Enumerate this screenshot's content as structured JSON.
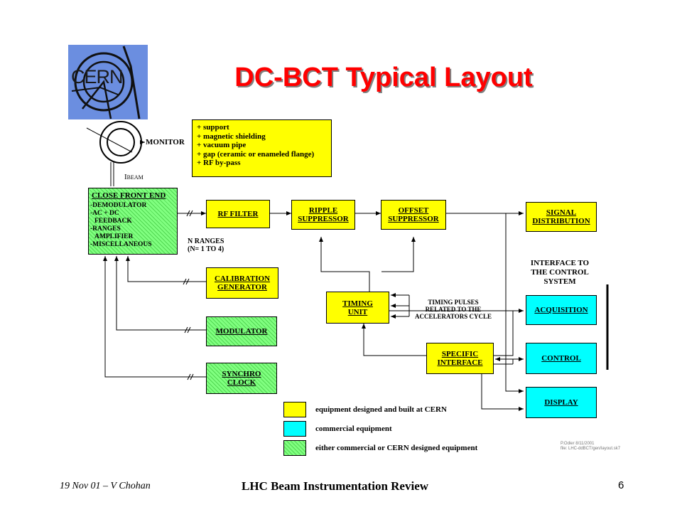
{
  "logo": {
    "text": "CERN"
  },
  "title": "DC-BCT Typical Layout",
  "monitor": {
    "label": "MONITOR",
    "beam_label_main": "I",
    "beam_label_sub": "BEAM"
  },
  "addons": [
    "+ support",
    "+ magnetic shielding",
    "+ vacuum pipe",
    "+ gap (ceramic or enameled flange)",
    "+ RF by-pass"
  ],
  "close_front_end": {
    "title": "CLOSE FRONT END",
    "items": [
      "-DEMODULATOR",
      "-AC + DC",
      "  FEEDBACK",
      "-RANGES",
      "  AMPLIFIER",
      "-MISCELLANEOUS"
    ]
  },
  "n_ranges": {
    "line1": "N RANGES",
    "line2": "(N= 1 TO 4)"
  },
  "blocks": {
    "rf_filter": [
      "RF FILTER"
    ],
    "ripple": [
      "RIPPLE",
      "SUPPRESSOR"
    ],
    "offset": [
      "OFFSET",
      "SUPPRESSOR"
    ],
    "signal": [
      "SIGNAL",
      "DISTRIBUTION"
    ],
    "calibration": [
      "CALIBRATION",
      "GENERATOR"
    ],
    "timing": [
      "TIMING",
      "UNIT"
    ],
    "modulator": [
      "MODULATOR"
    ],
    "synchro": [
      "SYNCHRO",
      "CLOCK"
    ],
    "specific": [
      "SPECIFIC",
      "INTERFACE"
    ],
    "acquisition": [
      "ACQUISITION"
    ],
    "control": [
      "CONTROL"
    ],
    "display": [
      "DISPLAY"
    ]
  },
  "interface_label": [
    "INTERFACE TO",
    "THE CONTROL",
    "SYSTEM"
  ],
  "timing_pulses": [
    "TIMING PULSES",
    "RELATED TO THE",
    "ACCELERATORS CYCLE"
  ],
  "legend": [
    {
      "label": "equipment designed and built at CERN",
      "color": "#ffff00"
    },
    {
      "label": "commercial equipment",
      "color": "#00ffff"
    },
    {
      "label": "either commercial or CERN designed equipment",
      "color": "#80ff80"
    }
  ],
  "stamp": {
    "line1": "P.Odier          8/11/2001",
    "line2": "file: LHC-ddBCT/gen/layout.sk7"
  },
  "footer": {
    "date_author": "19 Nov 01 – V Chohan",
    "center": "LHC Beam Instrumentation Review",
    "page": "6"
  },
  "colors": {
    "cern_block": "#ffff00",
    "commercial": "#00ffff",
    "either": "#80ff80",
    "title": "#ff0000"
  }
}
